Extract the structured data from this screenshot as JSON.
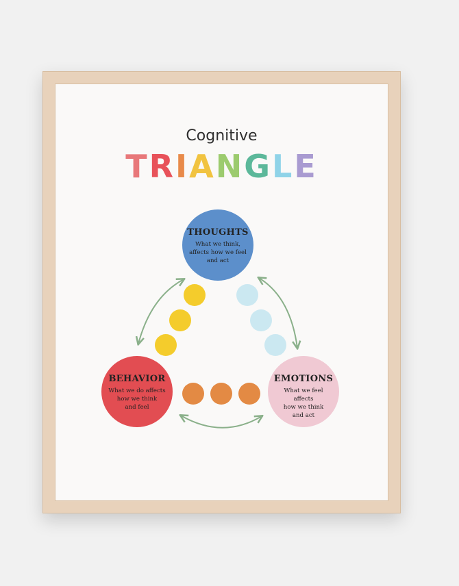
{
  "poster": {
    "subtitle": "Cognitive",
    "title_letters": [
      {
        "char": "T",
        "color": "#e8787a"
      },
      {
        "char": "R",
        "color": "#e8525a"
      },
      {
        "char": "I",
        "color": "#e88a4a"
      },
      {
        "char": "A",
        "color": "#f1c340"
      },
      {
        "char": "N",
        "color": "#9ccb6e"
      },
      {
        "char": "G",
        "color": "#5cb89a"
      },
      {
        "char": "L",
        "color": "#8fd3e8"
      },
      {
        "char": "E",
        "color": "#a99bd1"
      }
    ],
    "thoughts": {
      "title": "THOUGHTS",
      "text": "What we think,\naffects how we feel\nand act",
      "color": "#5c8fcb"
    },
    "behavior": {
      "title": "BEHAVIOR",
      "text": "What we do affects\nhow we think\nand feel",
      "color": "#e24d52"
    },
    "emotions": {
      "title": "EMOTIONS",
      "text": "What we feel affects\nhow we think\nand act",
      "color": "#f0c9d3"
    },
    "dot_colors": {
      "left": "#f4cc2c",
      "right": "#cbe8f1",
      "bottom": "#e38a44"
    },
    "arrow_color": "#8ab08a",
    "frame_color": "#e8d2bb"
  }
}
